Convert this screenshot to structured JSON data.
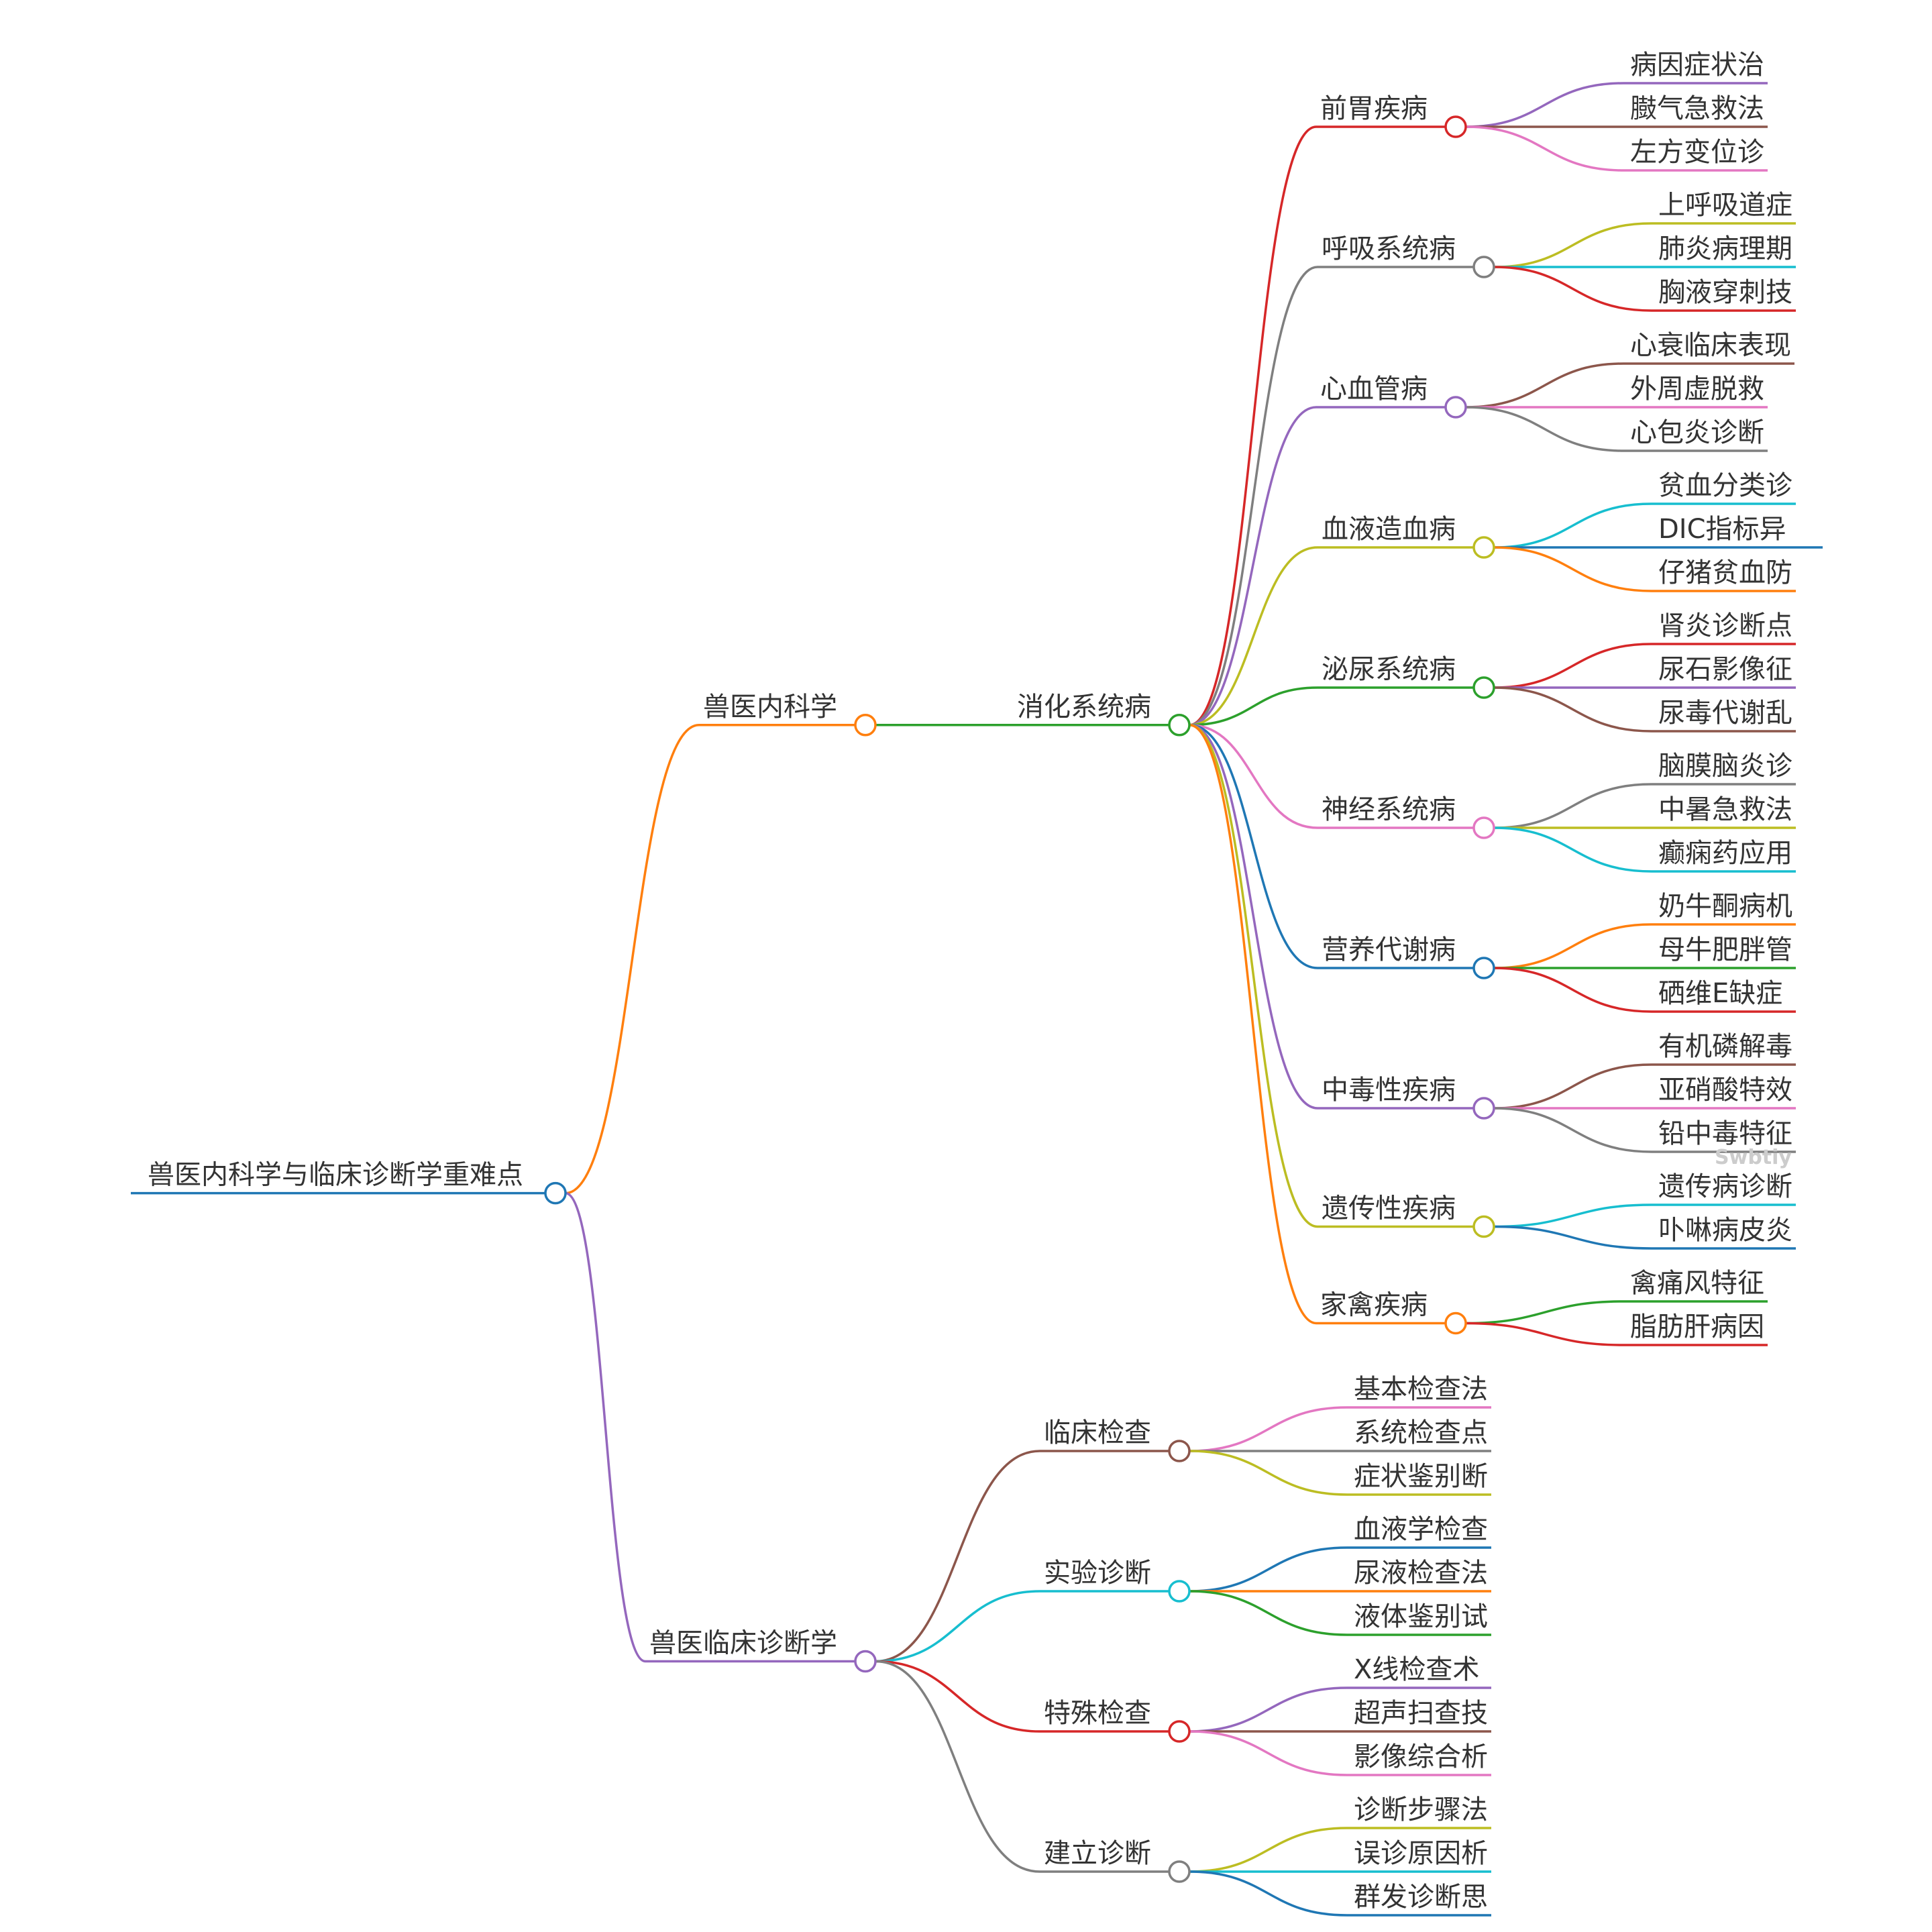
{
  "watermark": "Swbtiy",
  "root": {
    "label": "兽医内科学与临床诊断学重难点",
    "color": "#1f77b4",
    "children": [
      {
        "label": "兽医内科学",
        "color": "#ff7f0e",
        "children": [
          {
            "label": "消化系统病",
            "color": "#2ca02c",
            "children": [
              {
                "label": "前胃疾病",
                "color": "#d62728",
                "children": [
                  {
                    "label": "病因症状治",
                    "color": "#9467bd"
                  },
                  {
                    "label": "臌气急救法",
                    "color": "#8c564b"
                  },
                  {
                    "label": "左方变位诊",
                    "color": "#e377c2"
                  }
                ]
              },
              {
                "label": "呼吸系统病",
                "color": "#7f7f7f",
                "children": [
                  {
                    "label": "上呼吸道症",
                    "color": "#bcbd22"
                  },
                  {
                    "label": "肺炎病理期",
                    "color": "#17becf"
                  },
                  {
                    "label": "胸液穿刺技",
                    "color": "#d62728"
                  }
                ]
              },
              {
                "label": "心血管病",
                "color": "#9467bd",
                "children": [
                  {
                    "label": "心衰临床表现",
                    "color": "#8c564b"
                  },
                  {
                    "label": "外周虚脱救",
                    "color": "#e377c2"
                  },
                  {
                    "label": "心包炎诊断",
                    "color": "#7f7f7f"
                  }
                ]
              },
              {
                "label": "血液造血病",
                "color": "#bcbd22",
                "children": [
                  {
                    "label": "贫血分类诊",
                    "color": "#17becf"
                  },
                  {
                    "label": "DIC指标异",
                    "color": "#1f77b4"
                  },
                  {
                    "label": "仔猪贫血防",
                    "color": "#ff7f0e"
                  }
                ]
              },
              {
                "label": "泌尿系统病",
                "color": "#2ca02c",
                "children": [
                  {
                    "label": "肾炎诊断点",
                    "color": "#d62728"
                  },
                  {
                    "label": "尿石影像征",
                    "color": "#9467bd"
                  },
                  {
                    "label": "尿毒代谢乱",
                    "color": "#8c564b"
                  }
                ]
              },
              {
                "label": "神经系统病",
                "color": "#e377c2",
                "children": [
                  {
                    "label": "脑膜脑炎诊",
                    "color": "#7f7f7f"
                  },
                  {
                    "label": "中暑急救法",
                    "color": "#bcbd22"
                  },
                  {
                    "label": "癫痫药应用",
                    "color": "#17becf"
                  }
                ]
              },
              {
                "label": "营养代谢病",
                "color": "#1f77b4",
                "children": [
                  {
                    "label": "奶牛酮病机",
                    "color": "#ff7f0e"
                  },
                  {
                    "label": "母牛肥胖管",
                    "color": "#2ca02c"
                  },
                  {
                    "label": "硒维E缺症",
                    "color": "#d62728"
                  }
                ]
              },
              {
                "label": "中毒性疾病",
                "color": "#9467bd",
                "children": [
                  {
                    "label": "有机磷解毒",
                    "color": "#8c564b"
                  },
                  {
                    "label": "亚硝酸特效",
                    "color": "#e377c2"
                  },
                  {
                    "label": "铅中毒特征",
                    "color": "#7f7f7f"
                  }
                ]
              },
              {
                "label": "遗传性疾病",
                "color": "#bcbd22",
                "children": [
                  {
                    "label": "遗传病诊断",
                    "color": "#17becf"
                  },
                  {
                    "label": "卟啉病皮炎",
                    "color": "#1f77b4"
                  }
                ]
              },
              {
                "label": "家禽疾病",
                "color": "#ff7f0e",
                "children": [
                  {
                    "label": "禽痛风特征",
                    "color": "#2ca02c"
                  },
                  {
                    "label": "脂肪肝病因",
                    "color": "#d62728"
                  }
                ]
              }
            ]
          }
        ]
      },
      {
        "label": "兽医临床诊断学",
        "color": "#9467bd",
        "children": [
          {
            "label": "临床检查",
            "color": "#8c564b",
            "children": [
              {
                "label": "基本检查法",
                "color": "#e377c2"
              },
              {
                "label": "系统检查点",
                "color": "#7f7f7f"
              },
              {
                "label": "症状鉴别断",
                "color": "#bcbd22"
              }
            ]
          },
          {
            "label": "实验诊断",
            "color": "#17becf",
            "children": [
              {
                "label": "血液学检查",
                "color": "#1f77b4"
              },
              {
                "label": "尿液检查法",
                "color": "#ff7f0e"
              },
              {
                "label": "液体鉴别试",
                "color": "#2ca02c"
              }
            ]
          },
          {
            "label": "特殊检查",
            "color": "#d62728",
            "children": [
              {
                "label": "X线检查术",
                "color": "#9467bd"
              },
              {
                "label": "超声扫查技",
                "color": "#8c564b"
              },
              {
                "label": "影像综合析",
                "color": "#e377c2"
              }
            ]
          },
          {
            "label": "建立诊断",
            "color": "#7f7f7f",
            "children": [
              {
                "label": "诊断步骤法",
                "color": "#bcbd22"
              },
              {
                "label": "误诊原因析",
                "color": "#17becf"
              },
              {
                "label": "群发诊断思",
                "color": "#1f77b4"
              }
            ]
          }
        ]
      }
    ]
  }
}
